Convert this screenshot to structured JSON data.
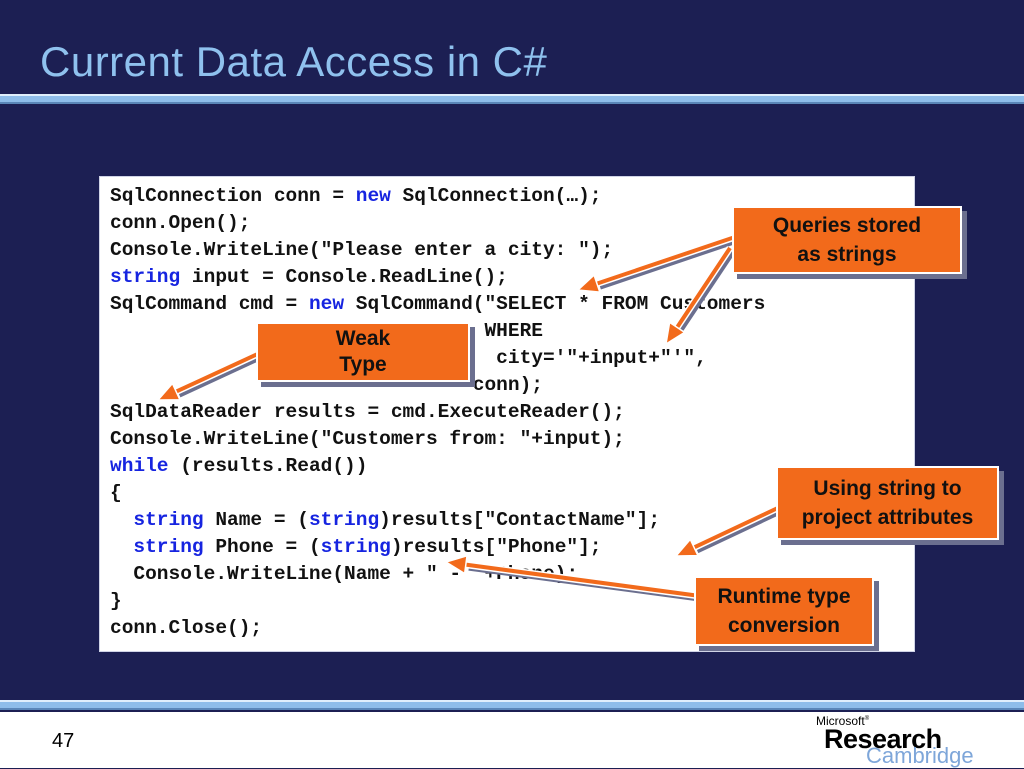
{
  "slide": {
    "title": "Current Data Access in C#",
    "page_number": "47"
  },
  "code": {
    "lines": [
      [
        {
          "t": "SqlConnection conn = "
        },
        {
          "t": "new",
          "kw": true
        },
        {
          "t": " SqlConnection(…);"
        }
      ],
      [
        {
          "t": "conn.Open();"
        }
      ],
      [
        {
          "t": "Console.WriteLine(\"Please enter a city: \");"
        }
      ],
      [
        {
          "t": "string",
          "kw": true
        },
        {
          "t": " input = Console.ReadLine();"
        }
      ],
      [
        {
          "t": "SqlCommand cmd = "
        },
        {
          "t": "new",
          "kw": true
        },
        {
          "t": " SqlCommand(\"SELECT * FROM Customers"
        }
      ],
      [
        {
          "t": "                                WHERE"
        }
      ],
      [
        {
          "t": "                                 city='\"+input+\"'\","
        }
      ],
      [
        {
          "t": "                               conn);"
        }
      ],
      [
        {
          "t": "SqlDataReader results = cmd.ExecuteReader();"
        }
      ],
      [
        {
          "t": "Console.WriteLine(\"Customers from: \"+input);"
        }
      ],
      [
        {
          "t": "while",
          "kw": true
        },
        {
          "t": " (results.Read())"
        }
      ],
      [
        {
          "t": "{"
        }
      ],
      [
        {
          "t": "  "
        },
        {
          "t": "string",
          "kw": true
        },
        {
          "t": " Name = ("
        },
        {
          "t": "string",
          "kw": true
        },
        {
          "t": ")results[\"ContactName\"];"
        }
      ],
      [
        {
          "t": "  "
        },
        {
          "t": "string",
          "kw": true
        },
        {
          "t": " Phone = ("
        },
        {
          "t": "string",
          "kw": true
        },
        {
          "t": ")results[\"Phone\"];"
        }
      ],
      [
        {
          "t": "  Console.WriteLine(Name + \" - \"+Phone);"
        }
      ],
      [
        {
          "t": "}"
        }
      ],
      [
        {
          "t": "conn.Close();"
        }
      ]
    ]
  },
  "callouts": {
    "queries": {
      "line1": "Queries stored",
      "line2": "as strings"
    },
    "weak": {
      "line1": "Weak",
      "line2": "Type"
    },
    "project": {
      "line1": "Using string to",
      "line2": "project attributes"
    },
    "runtime": {
      "line1": "Runtime type",
      "line2": "conversion"
    }
  },
  "logo": {
    "company": "Microsoft",
    "research": "Research",
    "location": "Cambridge"
  },
  "colors": {
    "background": "#1c1f53",
    "title": "#8fc1ee",
    "keyword": "#1624e0",
    "callout": "#f26a1b"
  }
}
